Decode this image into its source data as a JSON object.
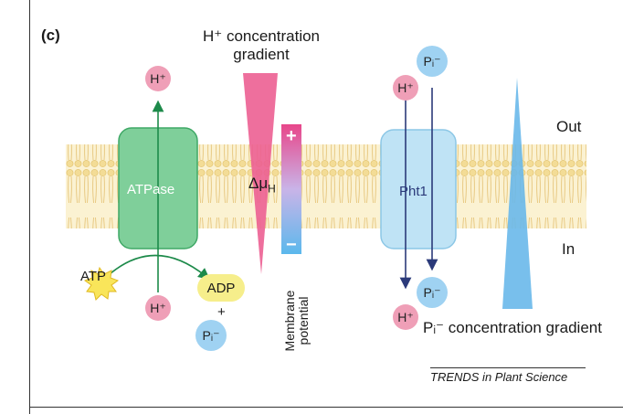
{
  "panel_label": "(c)",
  "h_gradient_label": "H⁺ concentration gradient",
  "out_label": "Out",
  "in_label": "In",
  "atpase_label": "ATPase",
  "pht1_label": "Pht1",
  "delta_mu": "Δμ",
  "delta_mu_sub": "H",
  "membrane_plus": "+",
  "membrane_minus": "−",
  "membrane_potential_label": "Membrane potential",
  "atp_label": "ATP",
  "adp_label": "ADP",
  "plus_sign": "+",
  "h_ion": "H⁺",
  "pi_ion": "Pᵢ⁻",
  "pi_gradient_label": "Pᵢ⁻ concentration gradient",
  "source_credit": "TRENDS in Plant Science",
  "colors": {
    "atpase_fill": "#7fcf9a",
    "atpase_stroke": "#3fa866",
    "pht1_fill": "#bfe3f5",
    "pht1_stroke": "#8cc7e6",
    "membrane": "#f7e7b3",
    "h_gradient": "#ec5f92",
    "pi_gradient": "#69b8ea",
    "arrow_green": "#1d8a4a",
    "arrow_blue": "#2b3a7a",
    "h_ion": "#ef9fb7",
    "pi_ion": "#9fd2f2",
    "adp": "#f6ee8b",
    "atp_burst": "#f9e55a"
  }
}
